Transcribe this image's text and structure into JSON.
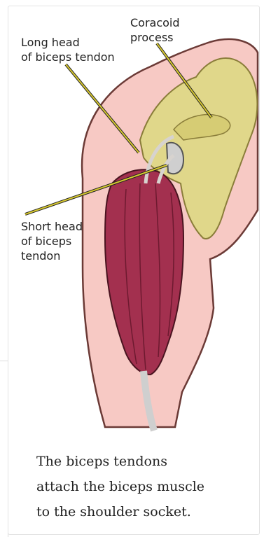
{
  "labels": {
    "coracoid": "Coracoid\nprocess",
    "long_head": "Long head\nof biceps tendon",
    "short_head": "Short head\nof biceps\ntendon"
  },
  "caption": "The biceps tendons\nattach the biceps muscle\nto the shoulder socket.",
  "colors": {
    "skin": "#f7c9c4",
    "bone": "#e0d78a",
    "muscle": "#a3304f",
    "tendon": "#d7d3cf",
    "pointer": "#d8c930"
  }
}
